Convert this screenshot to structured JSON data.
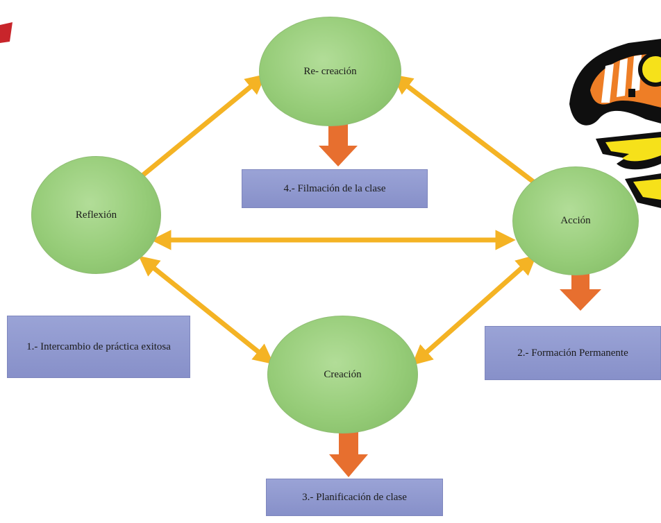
{
  "nodes": {
    "recreacion": "Re- creación",
    "reflexion": "Reflexión",
    "accion": "Acción",
    "creacion": "Creación"
  },
  "steps": {
    "step1": "1.- Intercambio de práctica exitosa",
    "step2": "2.- Formación Permanente",
    "step3": "3.- Planificación de clase",
    "step4": "4.- Filmación de la clase"
  },
  "colors": {
    "circle": "#96cc78",
    "box": "#8d96cc",
    "connector_arrow": "#f4b324",
    "output_arrow": "#e76f2f"
  }
}
